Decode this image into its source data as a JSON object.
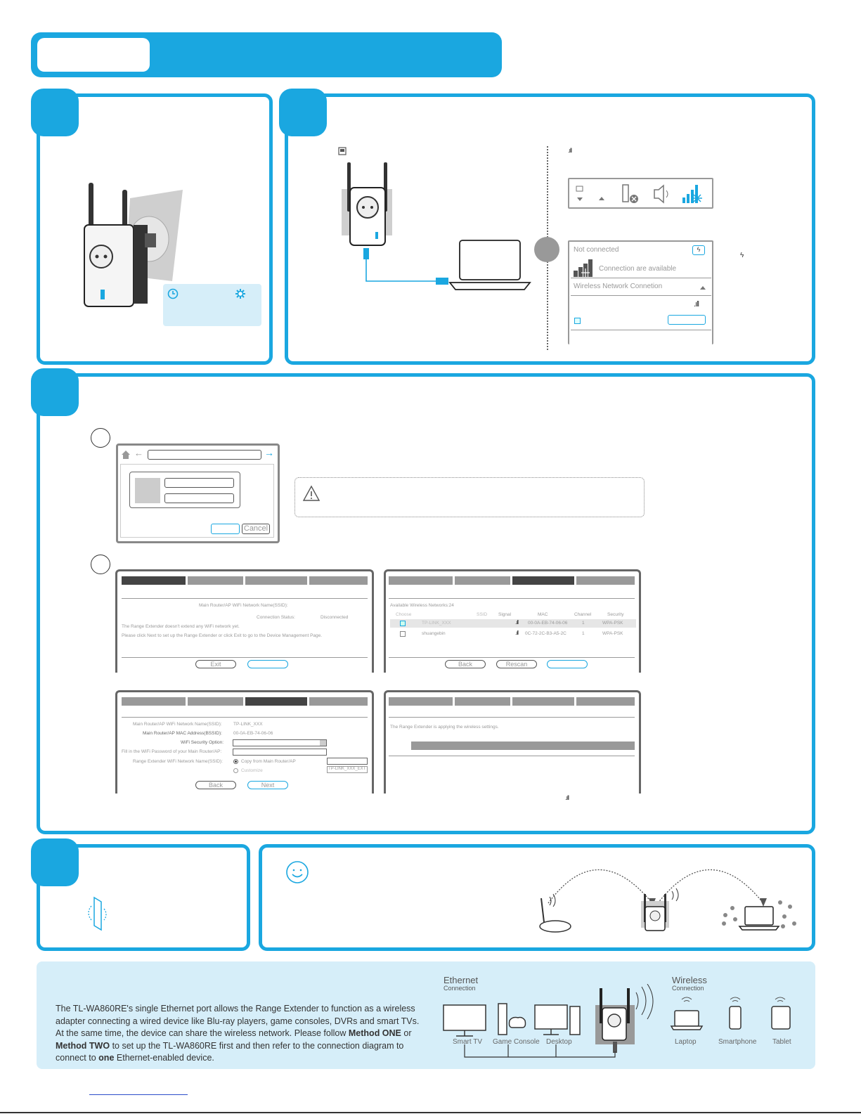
{
  "ui": {
    "cancel_label": "Cancel",
    "exit_label": "Exit",
    "back_label": "Back",
    "rescan_label": "Rescan",
    "next_label": "Next"
  },
  "wifi_tray": {
    "not_connected": "Not connected",
    "connections_available": "Connection are available",
    "wireless_connection": "Wireless Network Connetion"
  },
  "screen1": {
    "ssid_label": "Main Router/AP WiFi Network Name(SSID):",
    "status_label": "Connection Status:",
    "status_value": "Disconnected",
    "msg1": "The Range Extender doesn't extend any WiFi network yet.",
    "msg2": "Please click Next to set up the Range Extender or click Exit to go to the Device Management Page."
  },
  "screen2": {
    "available": "Available Wireless Networks:24",
    "headers": [
      "Choose",
      "SSID",
      "Signal",
      "MAC",
      "Channel",
      "Security"
    ],
    "rows": [
      {
        "ssid": "TP-LINK_XXX",
        "mac": "00-0A-EB-74-06-06",
        "channel": "1",
        "security": "WPA-PSK"
      },
      {
        "ssid": "shuangebin",
        "mac": "0C-72-2C-B3-A5-2C",
        "channel": "1",
        "security": "WPA-PSK"
      }
    ]
  },
  "screen3": {
    "ssid_label": "Main Router/AP WiFi Network Name(SSID):",
    "ssid_value": "TP-LINK_XXX",
    "mac_label": "Main Router/AP MAC Address(BSSID):",
    "mac_value": "00-0A-EB-74-06-06",
    "security_label": "WiFi Security Option:",
    "password_label": "Fill in the WiFi Password of your Main Router/AP:",
    "re_ssid_label": "Range Extender WiFi Network Name(SSID):",
    "copy_option": "Copy from Main Router/AP",
    "customize_option": "Customize",
    "customize_value": "TP-LINK_XXX_EXT"
  },
  "screen4": {
    "applying": "The Range Extender is applying the wireless settings."
  },
  "diagram": {
    "ethernet_title": "Ethernet",
    "ethernet_sub": "Connection",
    "wireless_title": "Wireless",
    "wireless_sub": "Connection",
    "devices_wired": [
      "Smart TV",
      "Game Console",
      "Desktop"
    ],
    "devices_wireless": [
      "Laptop",
      "Smartphone",
      "Tablet"
    ]
  },
  "bottom_text": {
    "line1": "The TL-WA860RE's single Ethernet port allows the Range Extender to function as a wireless",
    "line2": "adapter connecting a wired device like Blu-ray players, game consoles, DVRs and smart TVs.",
    "line3": "At the same time, the device can share the wireless network. Please follow",
    "method_one": "Method ONE",
    "or": "or",
    "method_two": "Method TWO",
    "line4_rest": "to set up the TL-WA860RE first and then refer to the connection diagram to",
    "line5_a": "connect to",
    "one": "one",
    "line5_b": "Ethernet-enabled device."
  },
  "colors": {
    "accent": "#1aa7e0",
    "light_panel": "#d6eef9"
  }
}
